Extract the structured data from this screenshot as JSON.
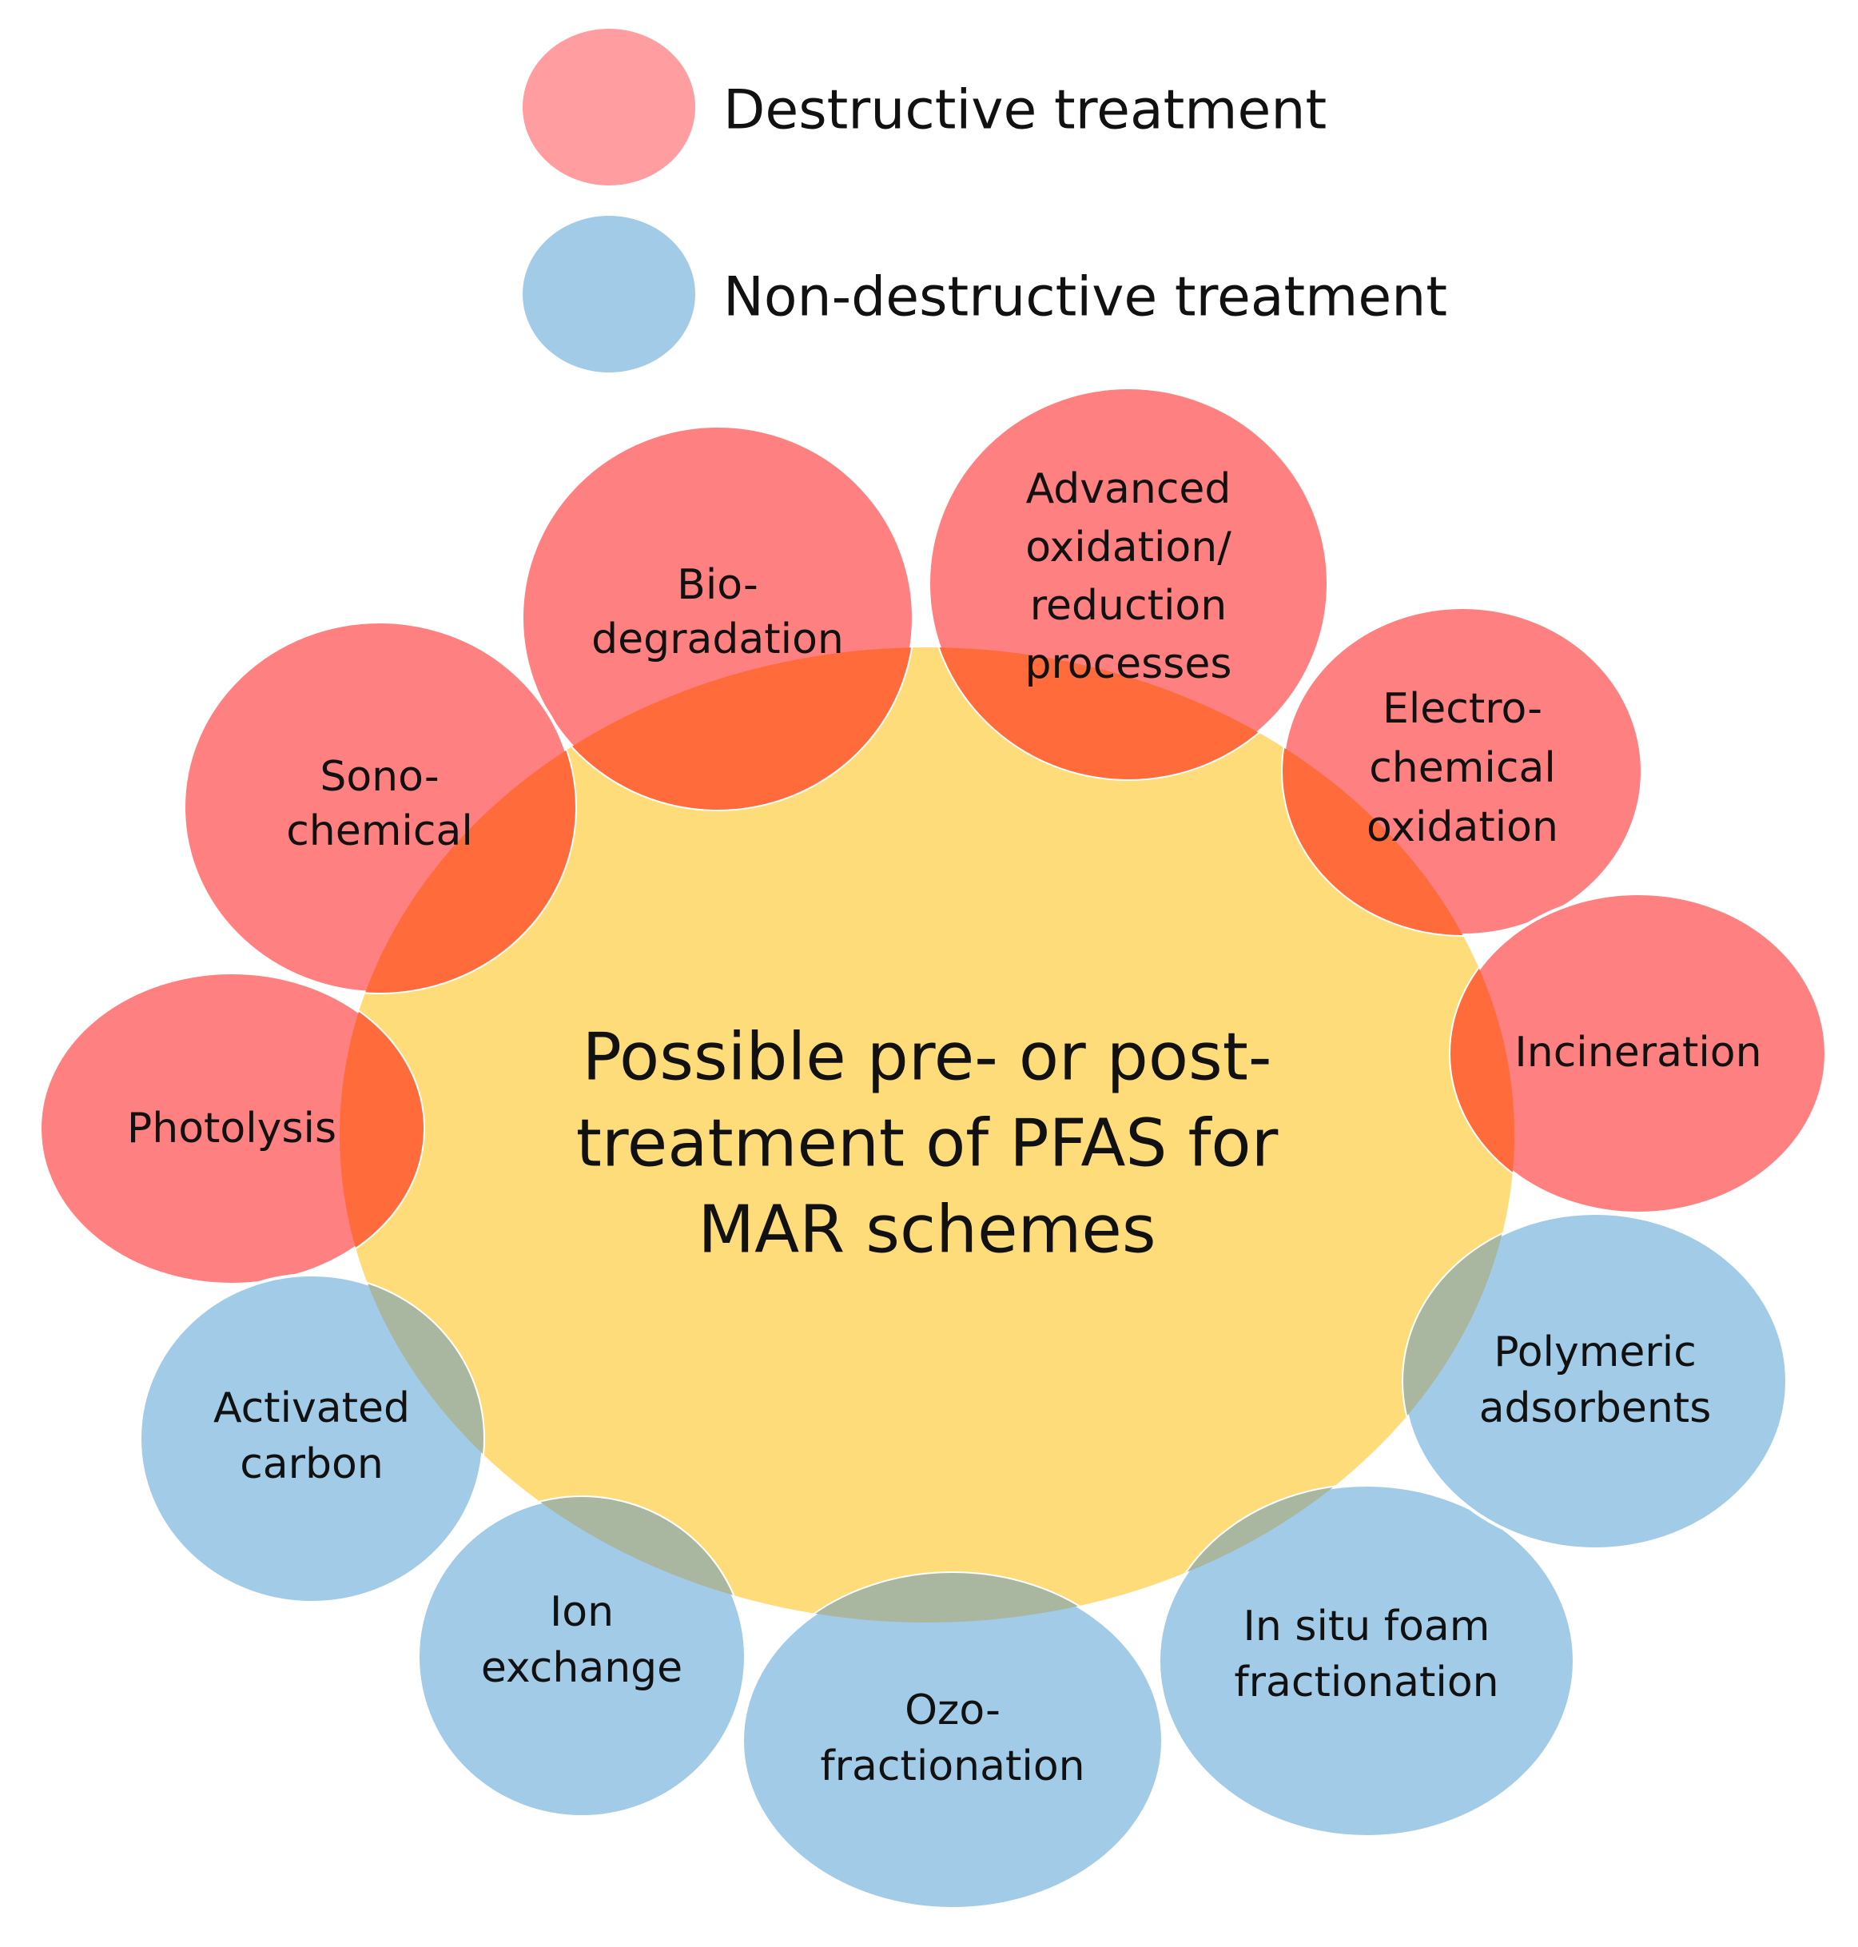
{
  "legend": {
    "destructive": {
      "label": "Destructive treatment",
      "color": "#FF9DA0"
    },
    "non_destructive": {
      "label": "Non-destructive treatment",
      "color": "#A2CBE7"
    }
  },
  "center": {
    "lines": [
      "Possible pre- or post-",
      "treatment of PFAS for",
      "MAR schemes"
    ],
    "color": "#FFDC7A"
  },
  "treatments": [
    {
      "id": "biodegradation",
      "category": "destructive",
      "lines": [
        "Bio-",
        "degradation"
      ]
    },
    {
      "id": "advanced-oxidation",
      "category": "destructive",
      "lines": [
        "Advanced",
        "oxidation/",
        "reduction",
        "processes"
      ]
    },
    {
      "id": "electrochemical-oxidation",
      "category": "destructive",
      "lines": [
        "Electro-",
        "chemical",
        "oxidation"
      ]
    },
    {
      "id": "incineration",
      "category": "destructive",
      "lines": [
        "Incineration"
      ]
    },
    {
      "id": "sonochemical",
      "category": "destructive",
      "lines": [
        "Sono-",
        "chemical"
      ]
    },
    {
      "id": "photolysis",
      "category": "destructive",
      "lines": [
        "Photolysis"
      ]
    },
    {
      "id": "activated-carbon",
      "category": "non-destructive",
      "lines": [
        "Activated",
        "carbon"
      ]
    },
    {
      "id": "ion-exchange",
      "category": "non-destructive",
      "lines": [
        "Ion",
        "exchange"
      ]
    },
    {
      "id": "ozo-fractionation",
      "category": "non-destructive",
      "lines": [
        "Ozo-",
        "fractionation"
      ]
    },
    {
      "id": "in-situ-foam-fractionation",
      "category": "non-destructive",
      "lines": [
        "In situ foam",
        "fractionation"
      ]
    },
    {
      "id": "polymeric-adsorbents",
      "category": "non-destructive",
      "lines": [
        "Polymeric",
        "adsorbents"
      ]
    }
  ],
  "colors": {
    "destructive_fill": "#FF8080",
    "non_destructive_fill": "#A2CBE7",
    "overlap_destructive": "#FF6B3A",
    "overlap_non_destructive": "#A9B6A0"
  }
}
